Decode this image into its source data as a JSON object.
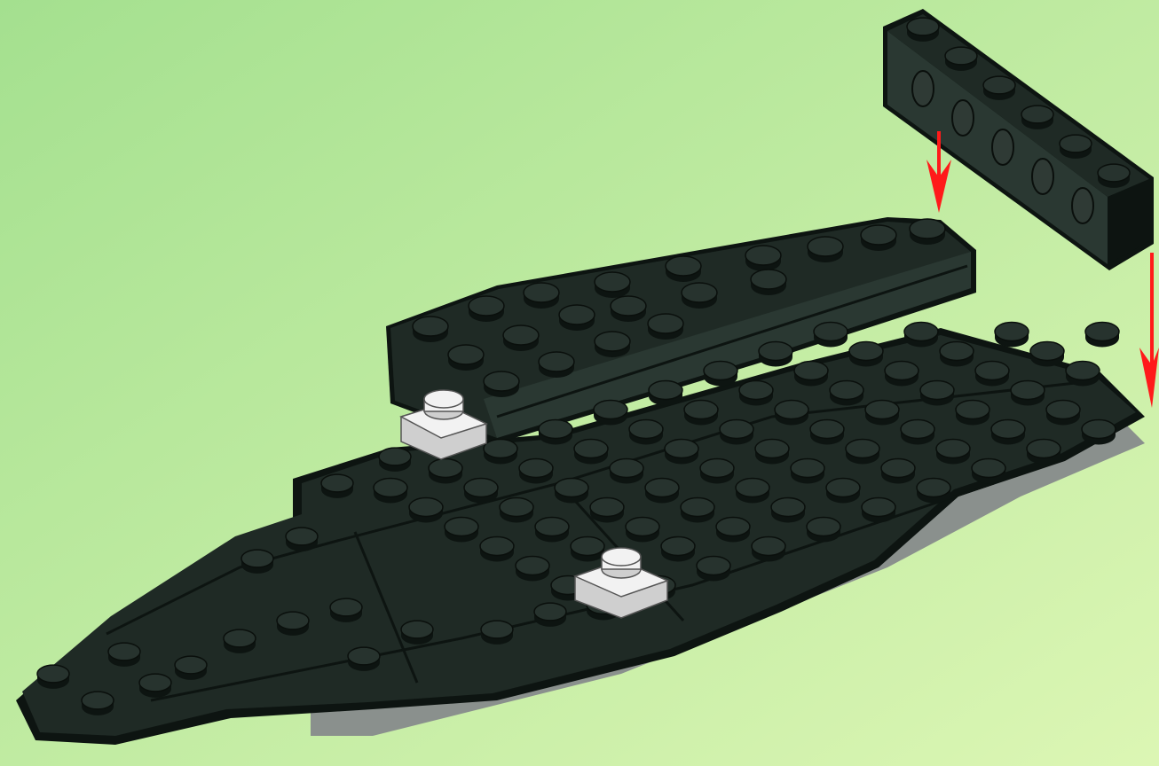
{
  "scene": {
    "description_visible_text": "",
    "colors": {
      "background_top_left": "#a4e08f",
      "background_bottom_right": "#dcf6b4",
      "brick_dark": "#1f2a25",
      "brick_mid": "#2a3832",
      "brick_edge": "#0d1411",
      "stud_top": "#27332e",
      "white_plate": "#f2f2f2",
      "grey_underside": "#8a908d",
      "arrow": "#ff1a1a"
    },
    "parts": {
      "technic_beam_studs": 6,
      "white_plates": 2,
      "arrows": 2
    }
  }
}
